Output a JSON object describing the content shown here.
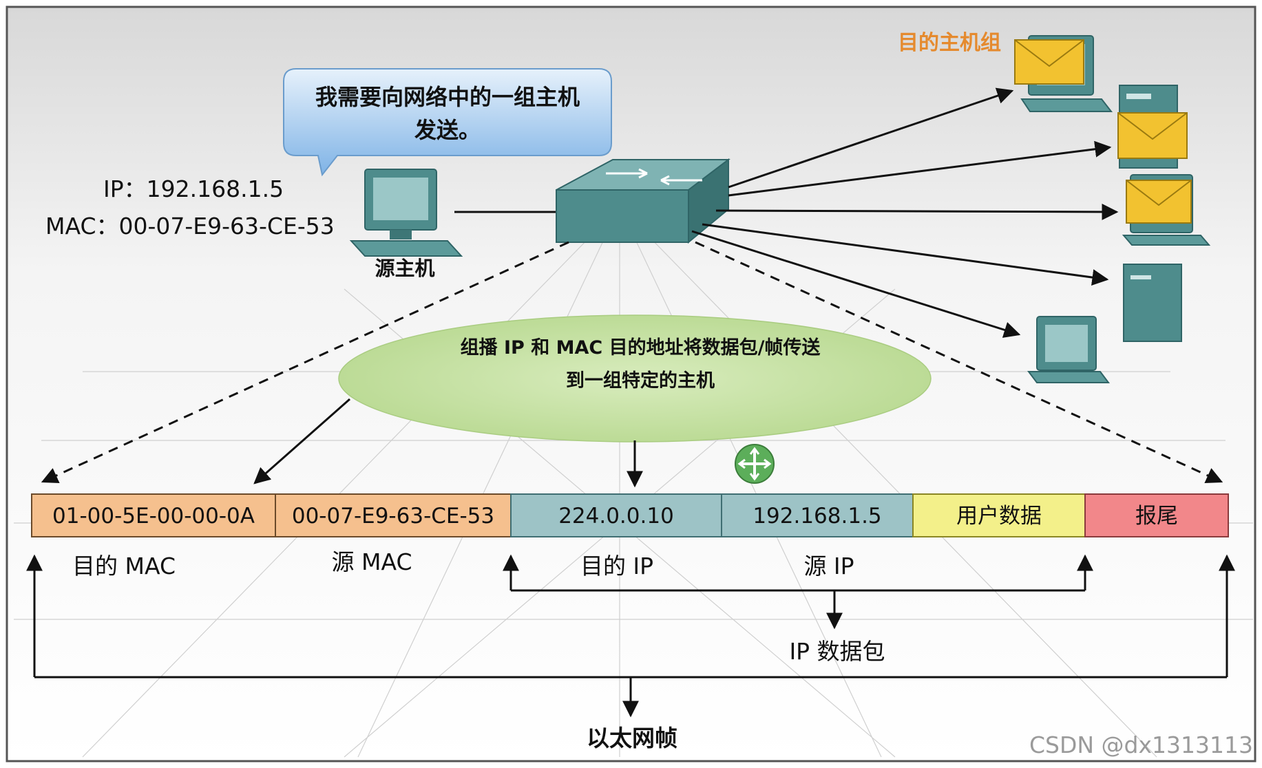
{
  "speech_bubble": {
    "line1": "我需要向网络中的一组主机",
    "line2": "发送。"
  },
  "source_host": {
    "ip_line": "IP：192.168.1.5",
    "mac_line": "MAC：00-07-E9-63-CE-53",
    "label": "源主机"
  },
  "dest_group_label": "目的主机组",
  "ellipse_note": {
    "line1": "组播 IP 和 MAC 目的地址将数据包/帧传送",
    "line2": "到一组特定的主机"
  },
  "frame_fields": [
    {
      "value": "01-00-5E-00-00-0A",
      "color": "#F5C08E",
      "caption": "目的 MAC"
    },
    {
      "value": "00-07-E9-63-CE-53",
      "color": "#F5C08E",
      "caption": "源 MAC"
    },
    {
      "value": "224.0.0.10",
      "color": "#9DC3C6",
      "caption": "目的 IP"
    },
    {
      "value": "192.168.1.5",
      "color": "#9DC3C6",
      "caption": "源 IP"
    },
    {
      "value": "用户数据",
      "color": "#F3F08A",
      "caption": ""
    },
    {
      "value": "报尾",
      "color": "#F2878A",
      "caption": ""
    }
  ],
  "ip_packet_label": "IP 数据包",
  "ethernet_frame_label": "以太网帧",
  "watermark": "CSDN @dx1313113",
  "colors": {
    "device": "#4E8C8C",
    "device_dark": "#2F6466",
    "envelope": "#F2C230",
    "bubble": "#9FC7EE",
    "ellipse": "#C9E3A4",
    "dest_label": "#E58A2E"
  }
}
